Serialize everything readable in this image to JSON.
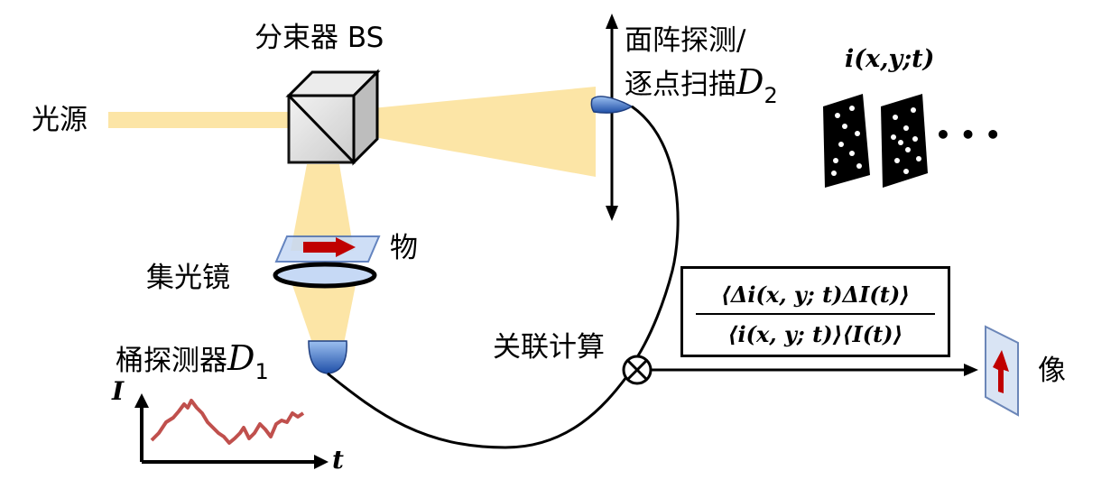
{
  "labels": {
    "beam_splitter": "分束器 BS",
    "light_source": "光源",
    "object": "物",
    "condenser_lens": "集光镜",
    "bucket_detector": "桶探测器",
    "bucket_detector_symbol": "D",
    "bucket_detector_subscript": "1",
    "array_detector_line1": "面阵探测/",
    "array_detector_line2": "逐点扫描",
    "array_detector_symbol": "D",
    "array_detector_subscript": "2",
    "speckle_series": "i(x,y;t)",
    "ellipsis": "• • •",
    "correlation": "关联计算",
    "image": "像",
    "axis_i": "I",
    "axis_t": "t"
  },
  "formula": {
    "numerator": "⟨Δi(x, y; t)ΔI(t)⟩",
    "denominator": "⟨i(x, y; t)⟩⟨I(t)⟩"
  },
  "colors": {
    "beam": "#fce5a6",
    "detector_blue": "#2f5fbf",
    "arrow_red": "#c00000",
    "signal": "#c0504d"
  }
}
